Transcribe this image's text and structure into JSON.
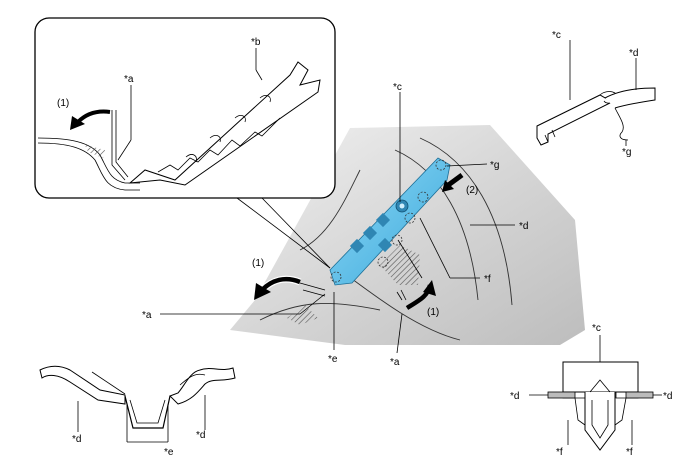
{
  "labels": {
    "a": "*a",
    "b": "*b",
    "c": "*c",
    "d": "*d",
    "e": "*e",
    "f": "*f",
    "g": "*g"
  },
  "steps": {
    "one": "(1)",
    "two": "(2)"
  },
  "colors": {
    "highlight": "#5bc4ef",
    "panel": "#d9d9d9",
    "arrow": "#000000"
  }
}
